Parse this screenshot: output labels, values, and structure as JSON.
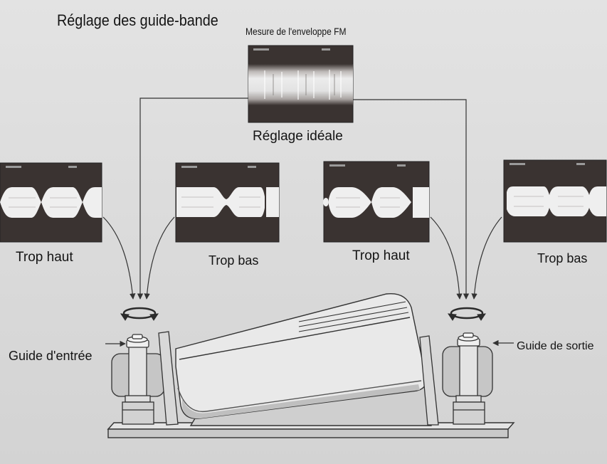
{
  "title": "Réglage des guide-bande",
  "reference": {
    "caption": "Mesure de l'enveloppe FM",
    "result": "Réglage idéale"
  },
  "entry": {
    "label": "Guide d'entrée",
    "scopes": [
      {
        "label": "Trop haut"
      },
      {
        "label": "Trop bas"
      }
    ]
  },
  "exit": {
    "label": "Guide de sortie",
    "scopes": [
      {
        "label": "Trop haut"
      },
      {
        "label": "Trop bas"
      }
    ]
  },
  "colors": {
    "paper": "#dadada",
    "scope_screen": "#3a3331",
    "envelope": "#efefef",
    "line": "#333333"
  },
  "icons": [
    "rotation-arrow-icon",
    "pointer-arrow-icon"
  ]
}
